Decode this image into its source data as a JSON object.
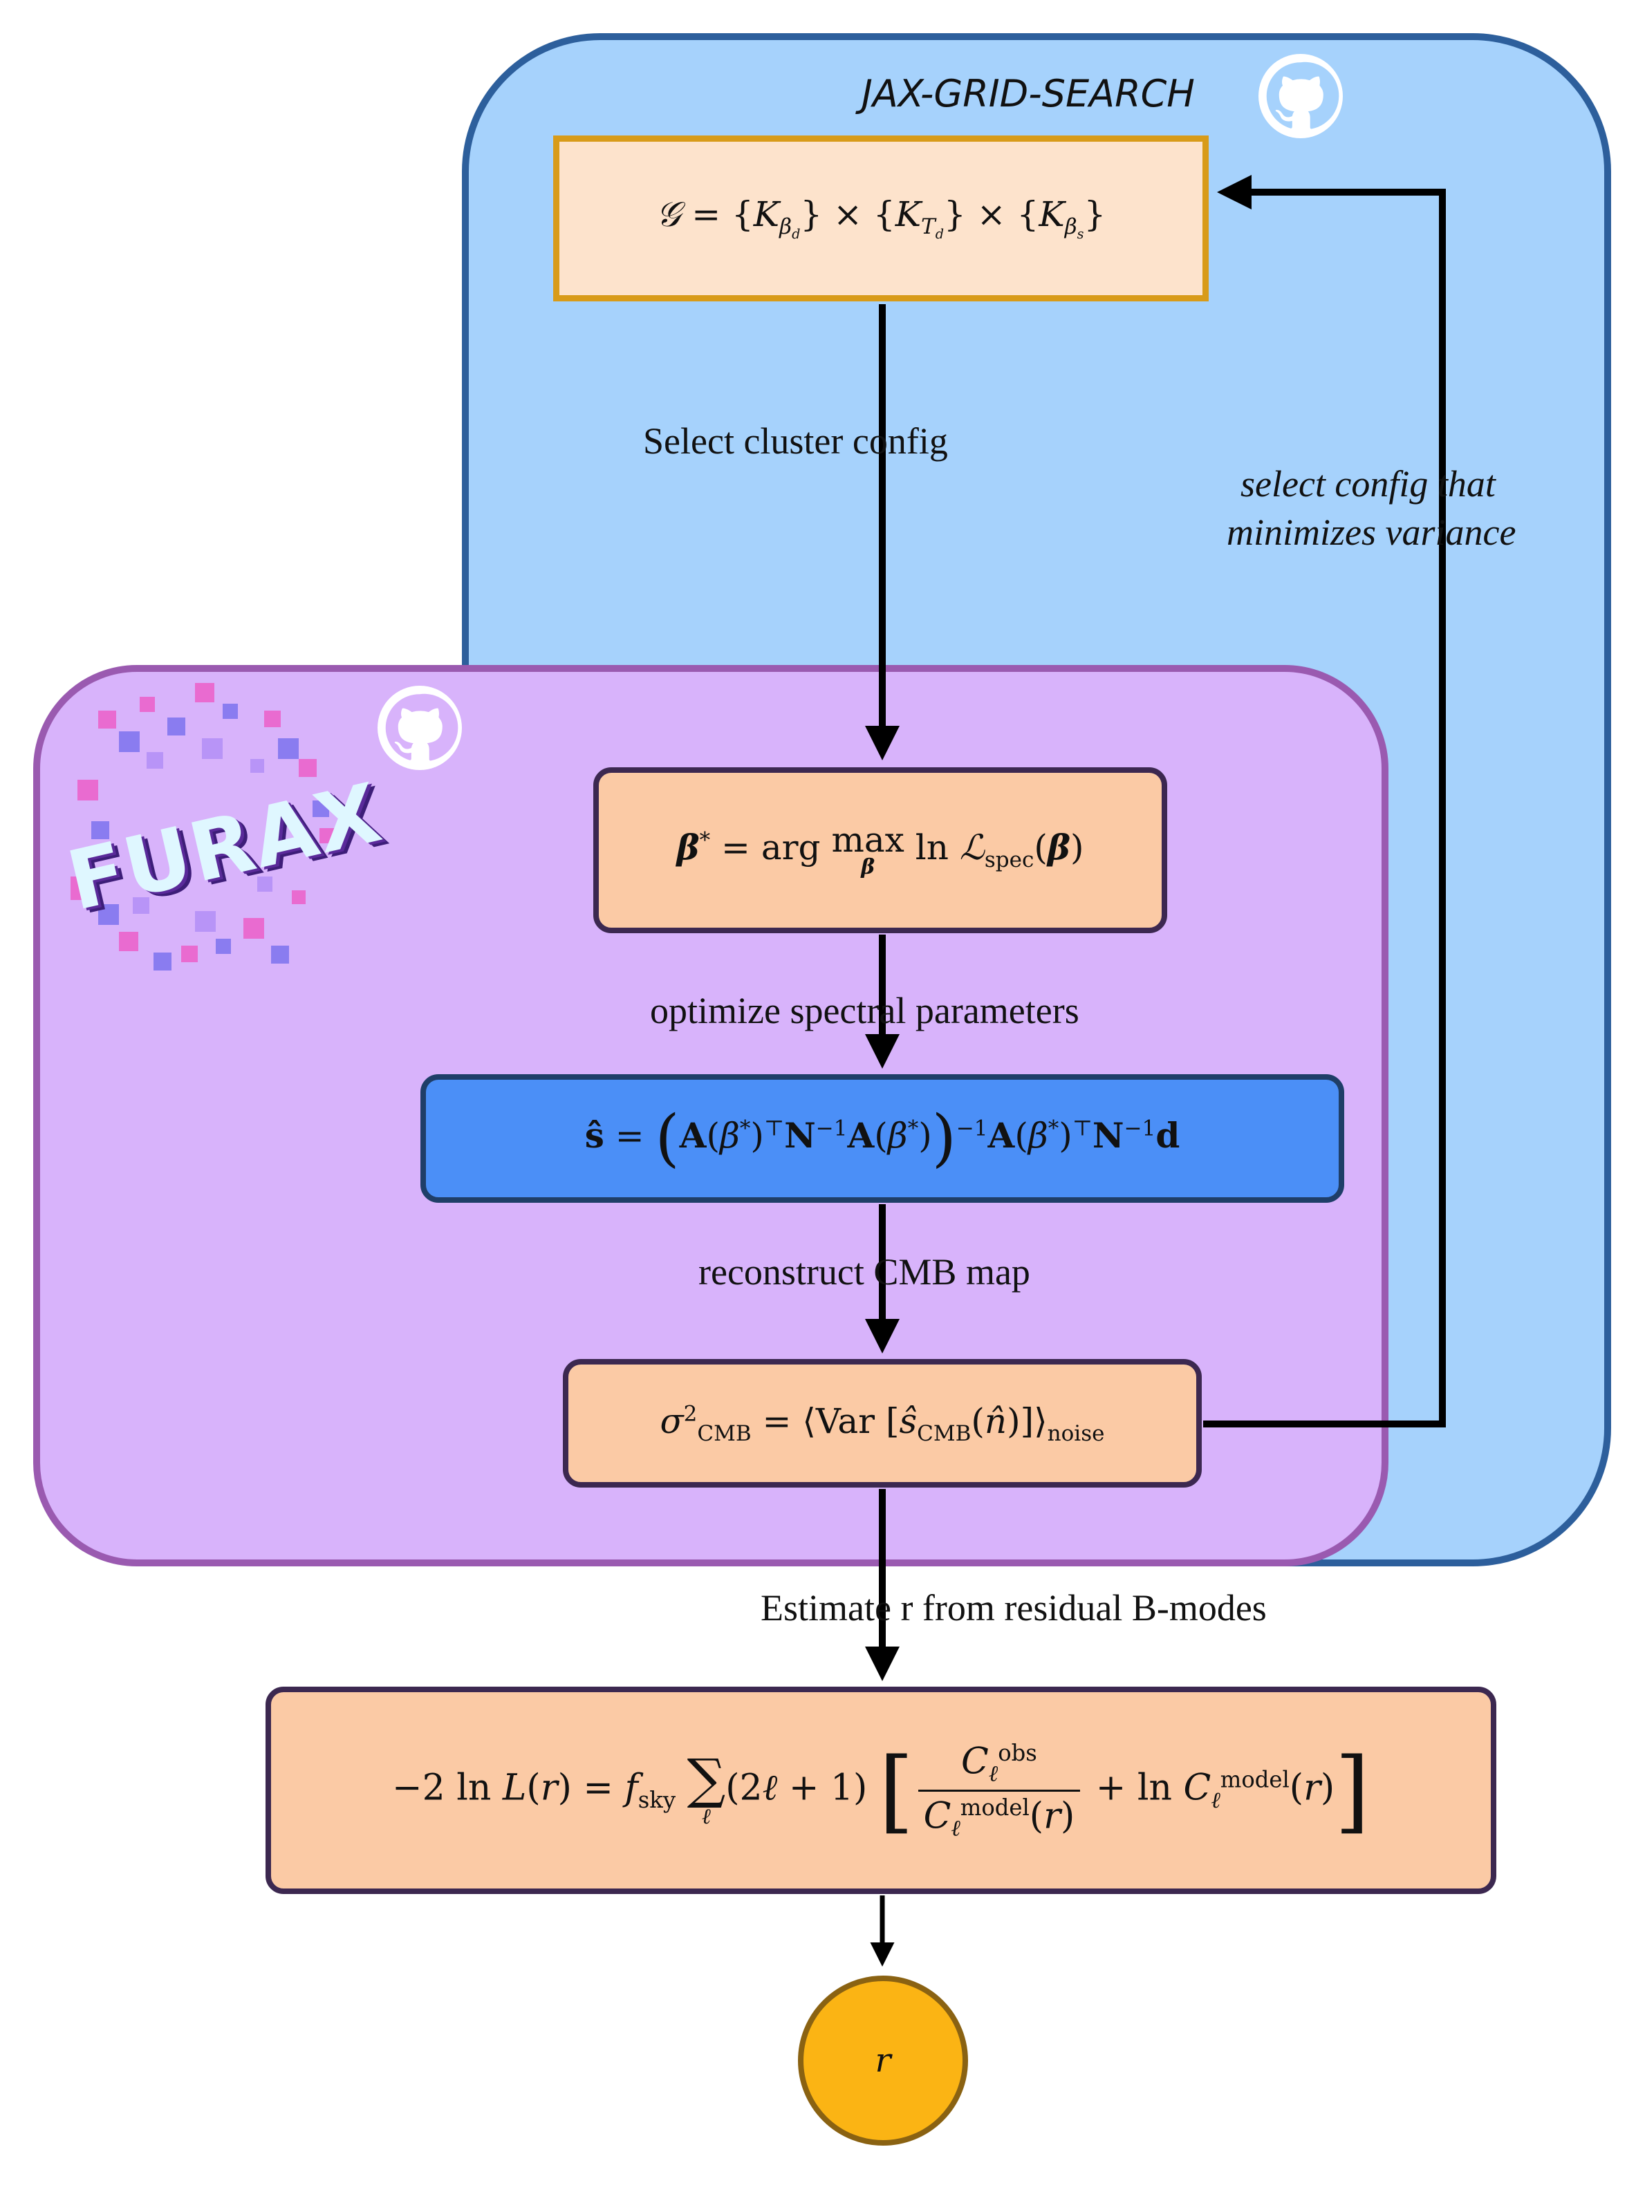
{
  "regions": {
    "jax": {
      "title": "JAX-GRID-SEARCH",
      "fill": "#a6d2fc",
      "border": "#2d5f9c"
    },
    "furax": {
      "logo_text": "FURAX",
      "fill": "#d8b3fb",
      "border": "#9a5ab0"
    }
  },
  "nodes": {
    "grid": {
      "equation": "𝒢 = {K_βd} × {K_Td} × {K_βs}"
    },
    "beta": {
      "equation": "β* = arg max_β ln ℒ_spec(β)"
    },
    "shat": {
      "equation": "ŝ = (A(β*)ᵀ N⁻¹ A(β*))⁻¹ A(β*)ᵀ N⁻¹ d"
    },
    "sigma": {
      "equation": "σ²_CMB = ⟨Var[ŝ_CMB(n̂)]⟩_noise"
    },
    "likelihood": {
      "equation": "−2 ln L(r) = f_sky Σ_ℓ (2ℓ+1) [ C_ℓ^obs / C_ℓ^model(r) + ln C_ℓ^model(r) ]"
    },
    "r": {
      "label": "r"
    }
  },
  "edges": {
    "select_cluster": "Select cluster config",
    "select_config_line1": "select config that",
    "select_config_line2": "minimizes variance",
    "optimize": "optimize spectral parameters",
    "reconstruct": "reconstruct CMB map",
    "estimate": "Estimate r from residual B-modes"
  },
  "icons": [
    "github-icon",
    "github-icon",
    "furax-logo"
  ]
}
